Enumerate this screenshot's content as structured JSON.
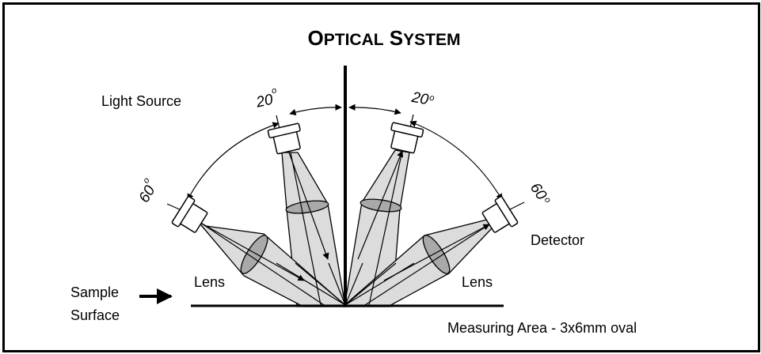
{
  "diagram": {
    "title": {
      "first_cap": "O",
      "first_rest": "PTICAL",
      "second_cap": "S",
      "second_rest": "YSTEM"
    },
    "labels": {
      "light_source": "Light Source",
      "detector": "Detector",
      "sample_surface_line1": "Sample",
      "sample_surface_line2": "Surface",
      "lens_left": "Lens",
      "lens_right": "Lens",
      "measuring_area": "Measuring Area - 3x6mm oval"
    },
    "angles": {
      "left_20": "20",
      "right_20": "20",
      "left_60": "60",
      "right_60": "60",
      "degree_symbol": "o"
    },
    "colors": {
      "beam_fill": "#dcdcdc",
      "lens_fill": "#a9a9a9",
      "line": "#000000"
    }
  }
}
